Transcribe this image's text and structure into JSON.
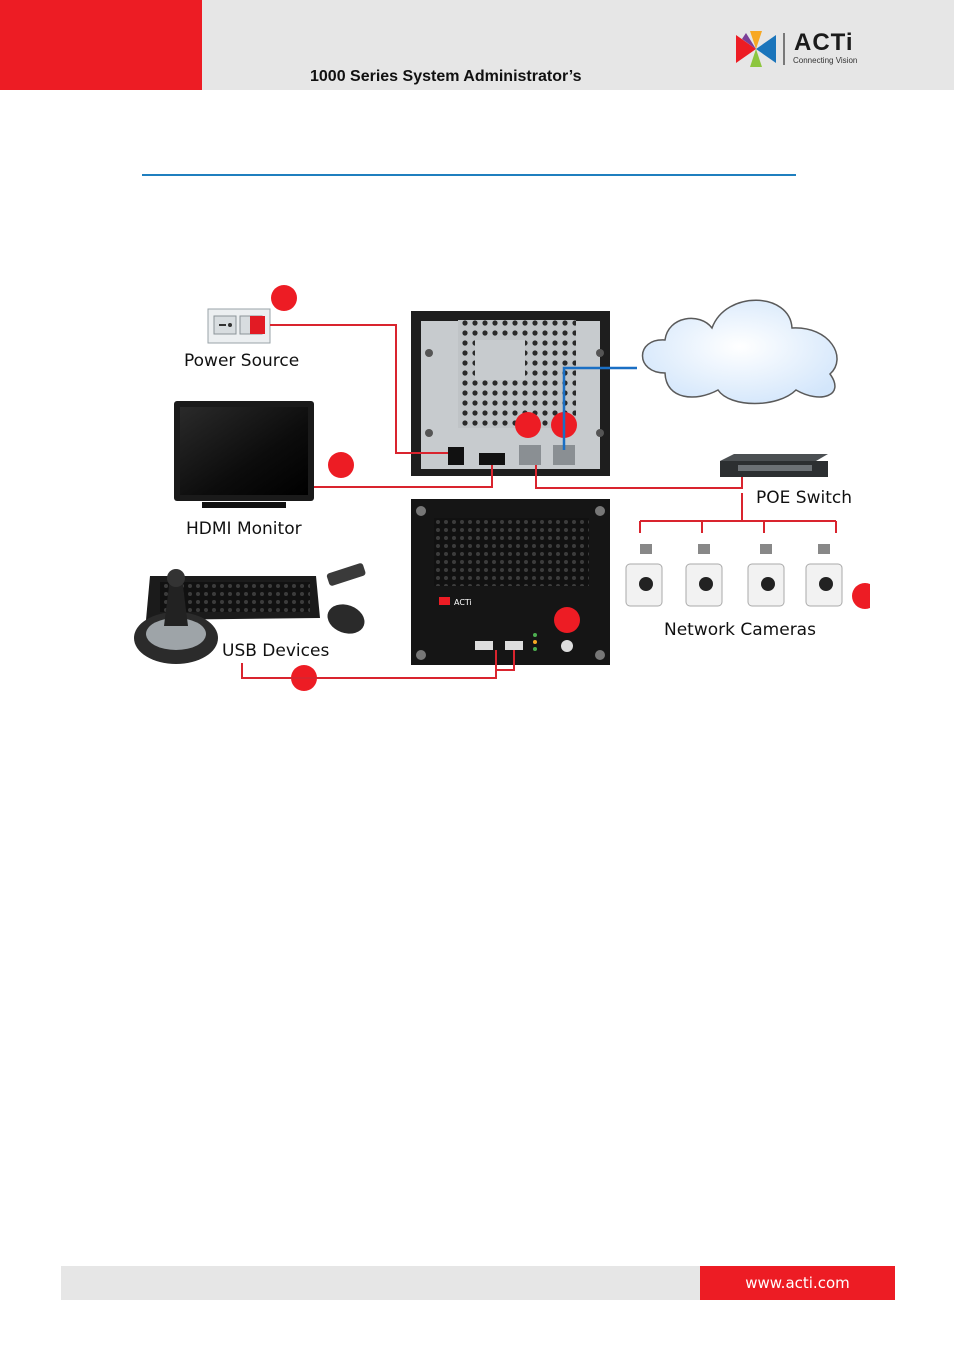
{
  "header": {
    "title": "1000 Series System Administrator’s",
    "logo_text": "ACTi",
    "logo_tagline": "Connecting Vision"
  },
  "diagram": {
    "labels": {
      "power_source": "Power Source",
      "hdmi_monitor": "HDMI Monitor",
      "usb_devices": "USB Devices",
      "poe_switch": "POE Switch",
      "network_cameras": "Network Cameras"
    },
    "device_logo": "ACTi"
  },
  "footer": {
    "url": "www.acti.com"
  },
  "colors": {
    "brand_red": "#ed1c24",
    "header_gray": "#e6e6e6",
    "rule_blue": "#1f7fbf",
    "cable_red": "#d9242e",
    "cable_blue": "#1a6fc4"
  }
}
